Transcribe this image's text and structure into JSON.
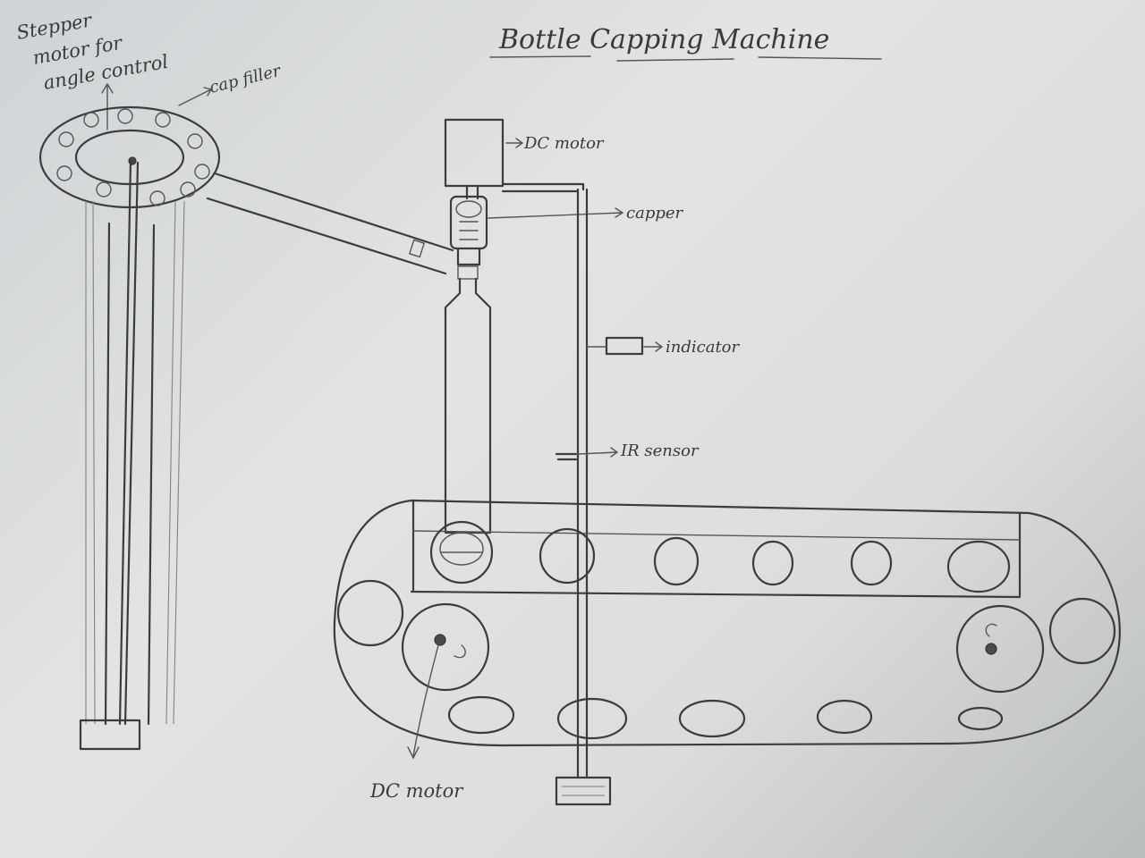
{
  "diagram": {
    "title": "Bottle Capping Machine",
    "labels": {
      "stepper_line1": "Stepper",
      "stepper_line2": "motor for",
      "stepper_line3": "angle control",
      "cap_filler": "cap filler",
      "dc_motor_top": "DC motor",
      "capper": "capper",
      "indicator": "indicator",
      "ir_sensor": "IR sensor",
      "dc_motor_bottom": "DC motor"
    }
  },
  "colors": {
    "paper": "#dcdedc",
    "pencil": "#3c3c3c"
  }
}
